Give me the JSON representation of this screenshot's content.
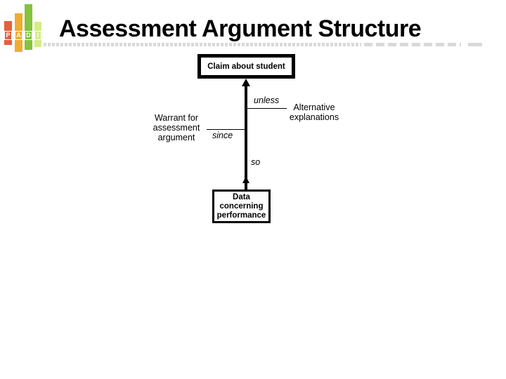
{
  "slide": {
    "title": "Assessment Argument Structure"
  },
  "logo": {
    "name": "PADI",
    "letters": [
      "P",
      "A",
      "D",
      "I"
    ],
    "bar_colors": [
      "#e0613d",
      "#f0ac2e",
      "#85c23e",
      "#d6ec83"
    ]
  },
  "diagram": {
    "claim_box_label": "Claim about student",
    "data_box_label": "Data\nconcerning\nperformance",
    "warrant_label": "Warrant for\nassessment\nargument",
    "alternative_label": "Alternative\nexplanations",
    "qualifier_unless": "unless",
    "qualifier_since": "since",
    "qualifier_so": "so"
  },
  "colors": {
    "title_text": "#000000",
    "diagram_line": "#000000",
    "underline_dash": "#d9d9d9"
  }
}
